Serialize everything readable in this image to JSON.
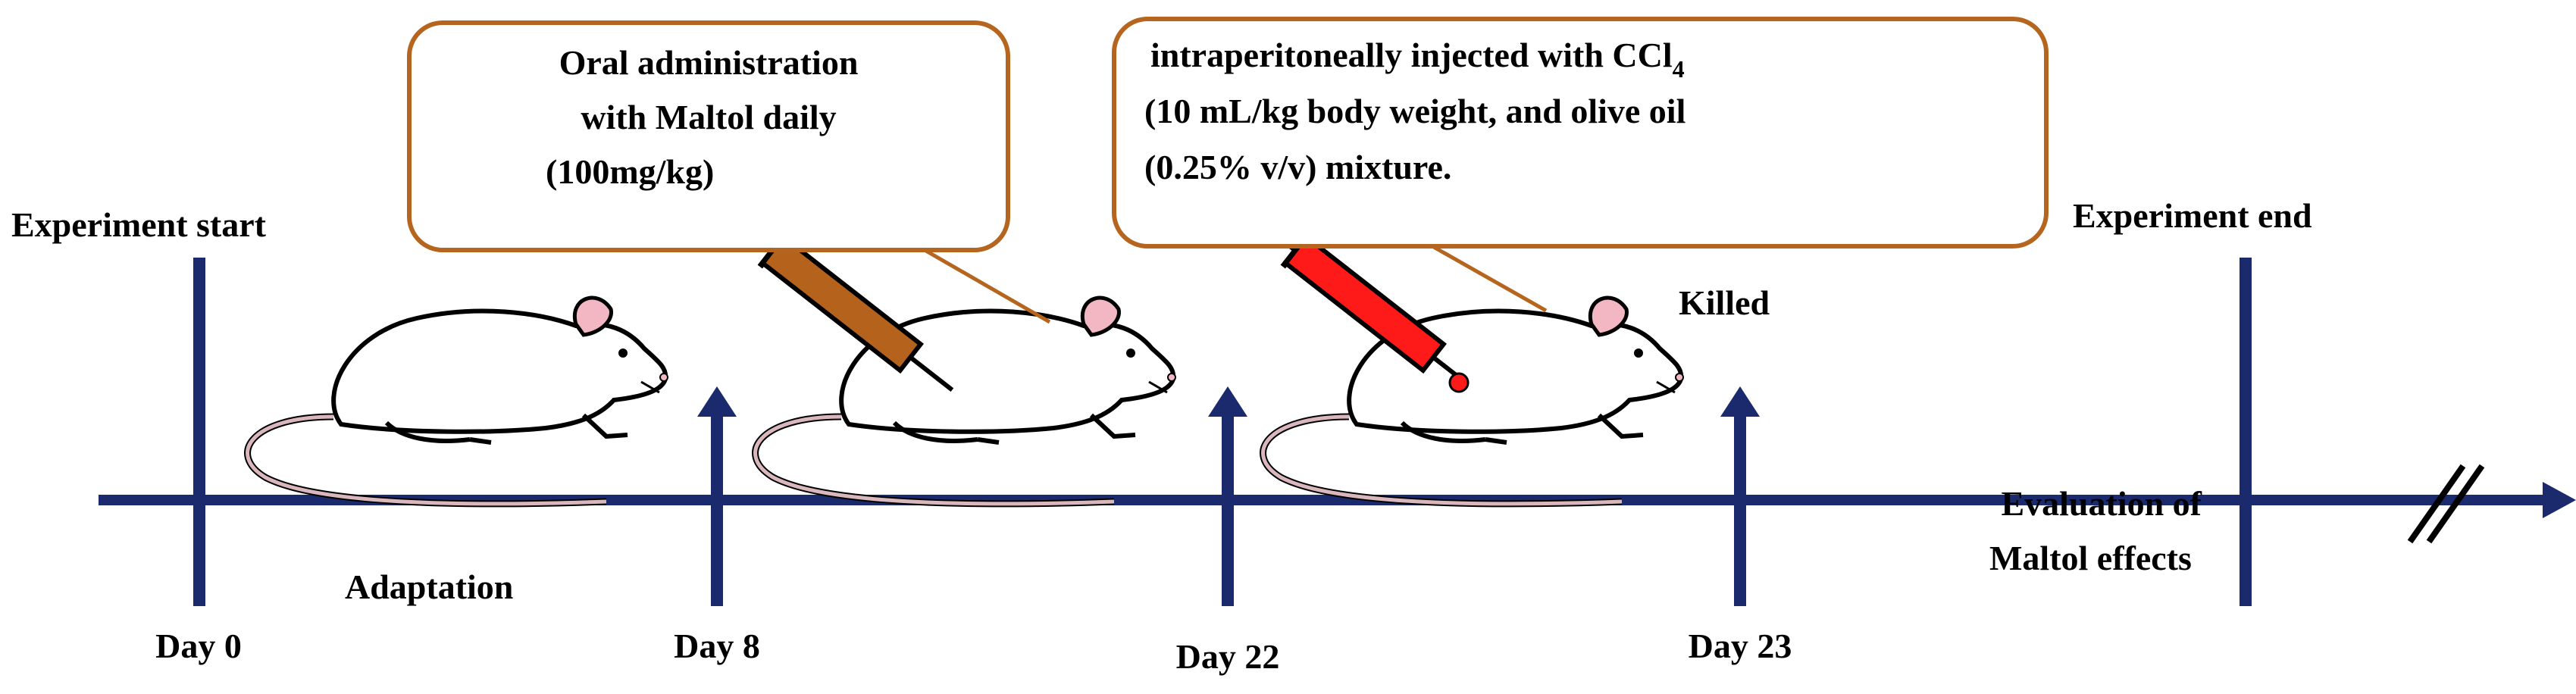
{
  "title": "",
  "colors": {
    "timeline": "#1a2a6c",
    "box_border": "#b5651d",
    "syringe_oral": "#b5621c",
    "syringe_ccl4": "#ff1a1a",
    "mouse_outline": "#000000",
    "tail": "#d9b7bd",
    "ear": "#f2b7c2"
  },
  "labels": {
    "experiment_start": "Experiment start",
    "experiment_end": "Experiment end",
    "killed": "Killed",
    "adaptation": "Adaptation",
    "evaluation_line1": "Evaluation of",
    "evaluation_line2": "Maltol effects"
  },
  "days": [
    {
      "label": "Day 0",
      "day": 0,
      "mark": "bar"
    },
    {
      "label": "Day 8",
      "day": 8,
      "mark": "arrow"
    },
    {
      "label": "Day 22",
      "day": 22,
      "mark": "arrow"
    },
    {
      "label": "Day 23",
      "day": 23,
      "mark": "arrow"
    }
  ],
  "callouts": {
    "oral": {
      "line1": "Oral administration",
      "line2": "with Maltol daily",
      "line3": "(100mg/kg)"
    },
    "ccl4": {
      "line1_prefix": "intraperitoneally injected with CCl",
      "line1_sub": "4",
      "line2": "(10 mL/kg body weight, and olive oil",
      "line3": "(0.25% v/v) mixture."
    }
  }
}
